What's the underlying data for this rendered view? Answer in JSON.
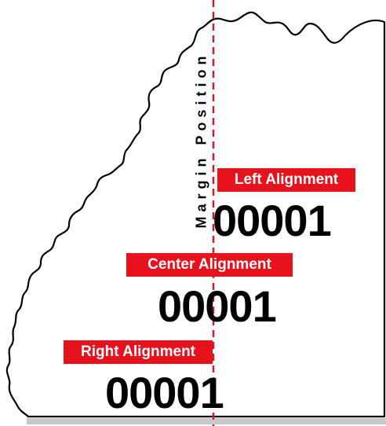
{
  "colors": {
    "label_background": "#e8121c",
    "label_text": "#ffffff",
    "number_text": "#000000",
    "margin_line": "#e8121c",
    "edge_outline": "#000000",
    "shadow": "#c8c8c8"
  },
  "margin_label": "Margin Position",
  "examples": {
    "left": {
      "label": "Left Alignment",
      "number": "00001"
    },
    "center": {
      "label": "Center Alignment",
      "number": "00001"
    },
    "right": {
      "label": "Right Alignment",
      "number": "00001"
    }
  }
}
